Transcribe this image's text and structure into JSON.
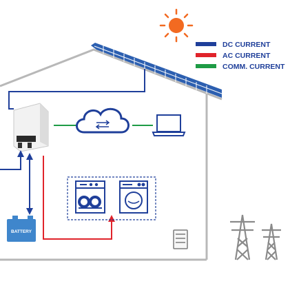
{
  "legend": {
    "items": [
      {
        "label": "DC CURRENT",
        "color": "#1f3f9a"
      },
      {
        "label": "AC CURRENT",
        "color": "#e0232a"
      },
      {
        "label": "COMM. CURRENT",
        "color": "#1e9b45"
      }
    ],
    "text_color": "#1f3f9a"
  },
  "battery": {
    "label": "BATTERY"
  },
  "colors": {
    "house_outline": "#b8b8b8",
    "dc": "#1f3f9a",
    "ac": "#e0232a",
    "comm": "#1e9b45",
    "panel": "#2c5fb0",
    "sun": "#f26a21",
    "device_line": "#1f3f9a",
    "battery": "#3f86cc",
    "pylon": "#8a8a8a"
  },
  "icons": [
    "sun-icon",
    "solar-panel-icon",
    "inverter-icon",
    "cloud-sync-icon",
    "laptop-icon",
    "battery-icon",
    "dishwasher-icon",
    "washing-machine-icon",
    "meter-icon",
    "power-pylon-icon"
  ]
}
